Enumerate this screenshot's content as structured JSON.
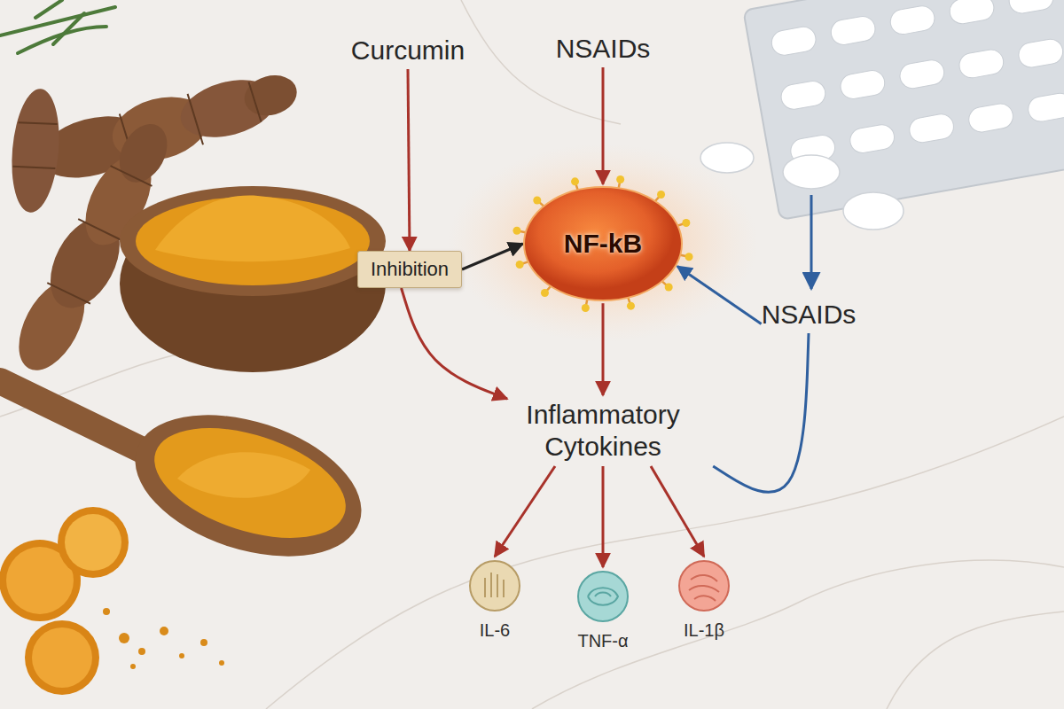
{
  "diagram": {
    "nodes": [
      {
        "text": [
          "Curcumin"
        ]
      },
      {
        "text": [
          "NSAIDs"
        ]
      },
      {
        "text": [
          "Inhibition"
        ]
      },
      {
        "text": [
          "NF-kB"
        ]
      },
      {
        "text": [
          "NSAIDs"
        ]
      },
      {
        "text": [
          "Inflammatory Cytokines"
        ]
      },
      {
        "text": [
          "IL-6"
        ]
      },
      {
        "text": [
          "TNF-α"
        ]
      },
      {
        "text": [
          "IL-1β"
        ]
      }
    ],
    "edges": [
      {
        "from": 0,
        "to": 2,
        "arrow": "to"
      },
      {
        "from": 1,
        "to": 3,
        "arrow": "to"
      },
      {
        "from": 2,
        "to": 3,
        "arrow": "to"
      },
      {
        "from": 4,
        "to": 3,
        "arrow": "to"
      },
      {
        "from": 2,
        "to": 5,
        "arrow": "to"
      },
      {
        "from": 3,
        "to": 5,
        "arrow": "to"
      },
      {
        "from": 5,
        "to": 6,
        "arrow": "to"
      },
      {
        "from": 5,
        "to": 7,
        "arrow": "to"
      },
      {
        "from": 5,
        "to": 8,
        "arrow": "to"
      },
      {
        "from": 4,
        "to": 5,
        "arrow": "none"
      }
    ]
  }
}
